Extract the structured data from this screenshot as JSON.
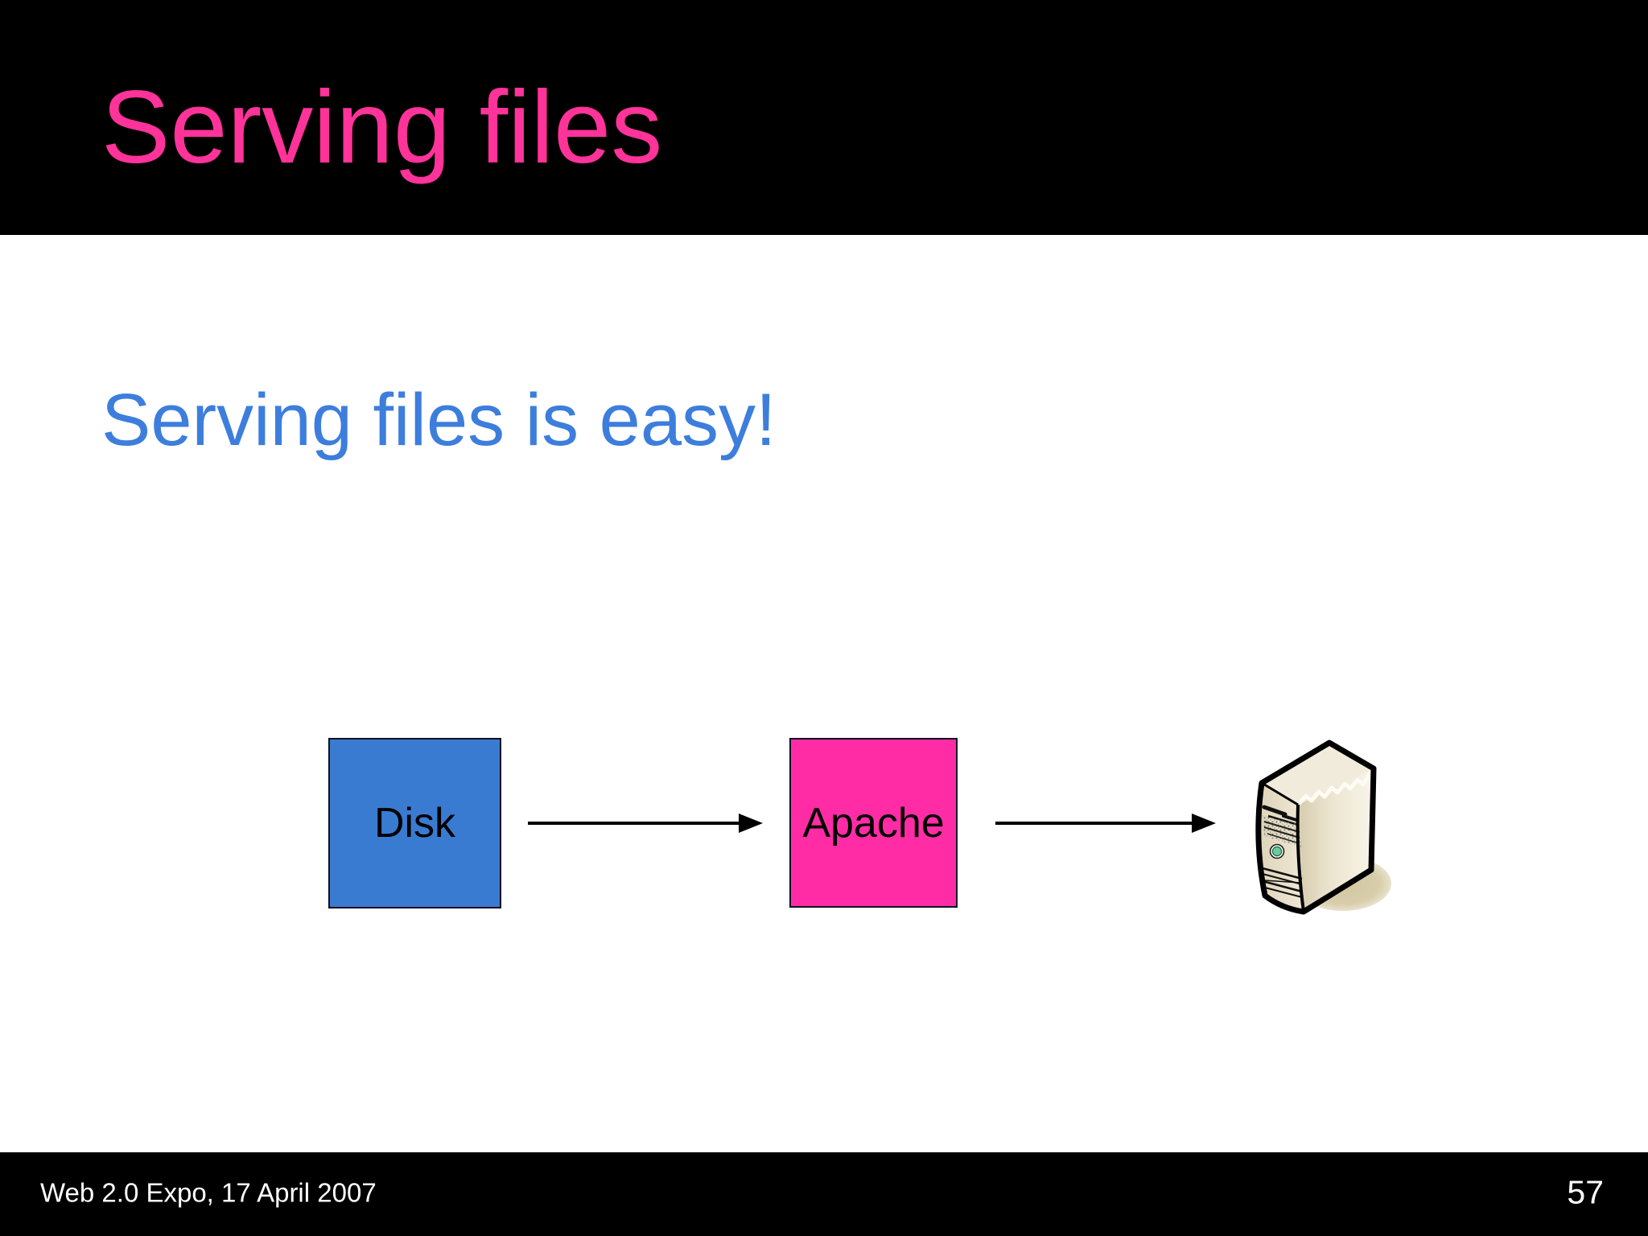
{
  "slide": {
    "header": {
      "title": "Serving files"
    },
    "body": {
      "subtitle": "Serving files is easy!"
    },
    "diagram": {
      "nodes": [
        {
          "label": "Disk",
          "shape": "square",
          "fill": "#3a7bd2"
        },
        {
          "label": "Apache",
          "shape": "square",
          "fill": "#ff2ca6"
        },
        {
          "label": "",
          "shape": "icon",
          "icon": "server-tower-icon"
        }
      ],
      "arrows": [
        {
          "from": "Disk",
          "to": "Apache",
          "direction": "right"
        },
        {
          "from": "Apache",
          "to": "server-tower",
          "direction": "right"
        }
      ]
    },
    "footer": {
      "left_text": "Web 2.0 Expo, 17 April 2007",
      "page_number": "57"
    },
    "colors": {
      "header_background": "#000000",
      "footer_background": "#000000",
      "body_background": "#ffffff",
      "title_text": "#ff3399",
      "subtitle_text": "#3d7edd",
      "node_label_text": "#000000",
      "footer_text": "#ffffff",
      "arrow": "#000000",
      "disk_box": "#3a7bd2",
      "apache_box": "#ff2ca6",
      "server_icon_body": "#e9e0c8",
      "server_icon_button": "#6ec99c"
    }
  }
}
